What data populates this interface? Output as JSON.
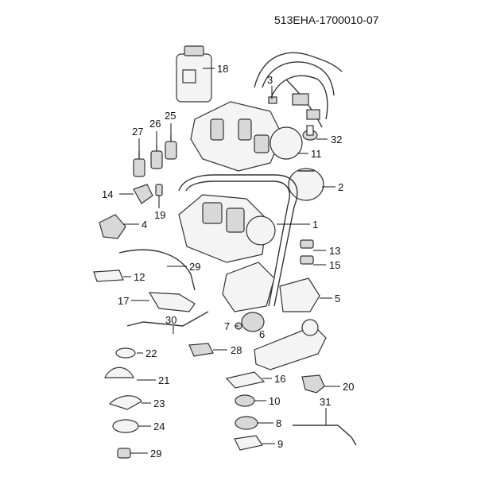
{
  "diagram_code": "513EHA-1700010-07",
  "callouts": [
    "18",
    "3",
    "25",
    "26",
    "27",
    "32",
    "11",
    "2",
    "14",
    "19",
    "4",
    "1",
    "13",
    "15",
    "29",
    "12",
    "5",
    "17",
    "30",
    "7",
    "6",
    "22",
    "28",
    "21",
    "16",
    "20",
    "23",
    "10",
    "31",
    "24",
    "8",
    "9",
    "29"
  ]
}
